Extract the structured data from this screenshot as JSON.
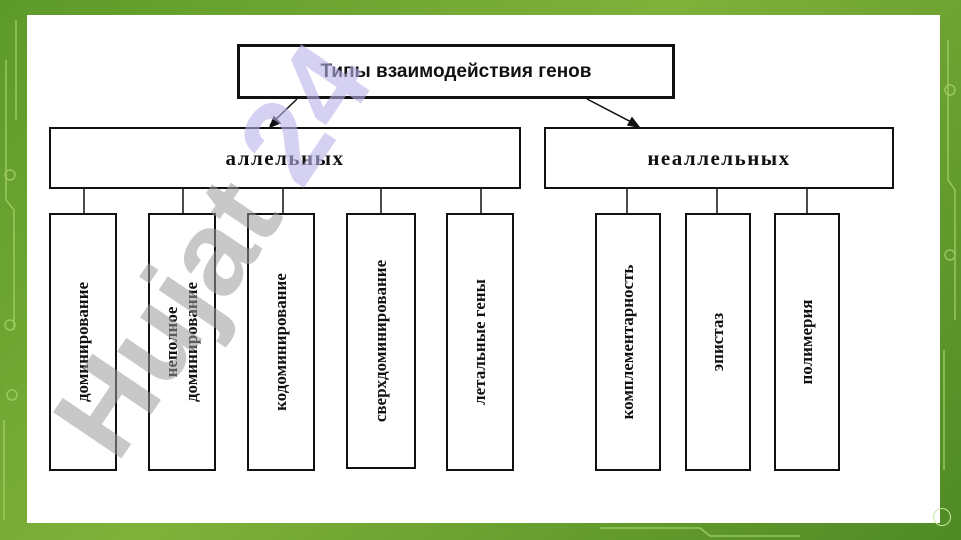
{
  "title": "Типы взаимодействия генов",
  "groups": {
    "allelic": "аллельных",
    "nonallelic": "неаллельных"
  },
  "allelic_items": [
    "доминирование",
    "неполное доминирование",
    "кодоминирование",
    "сверхдоминирование",
    "летальные гены"
  ],
  "nonallelic_items": [
    "комплементарность",
    "эпистаз",
    "полимерия"
  ],
  "watermark": "Hujat24",
  "colors": {
    "background": "#6aa52f",
    "box_border": "#111111",
    "watermark_gray": "#9a9a9a",
    "watermark_violet": "#b9b2ea"
  }
}
